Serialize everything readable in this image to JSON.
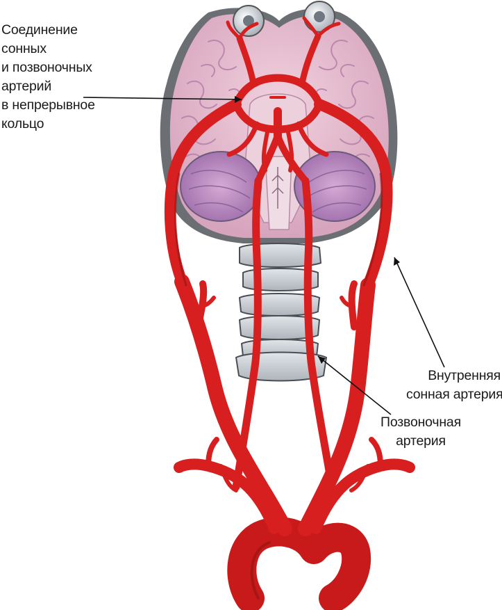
{
  "labels": {
    "circle": {
      "lines": [
        "Соединение",
        "сонных",
        "и позвоночных",
        "артерий",
        "в непрерывное",
        "кольцо"
      ]
    },
    "internal_carotid": {
      "lines": [
        "Внутренняя",
        "сонная артерия"
      ]
    },
    "vertebral": {
      "lines": [
        "Позвоночная",
        "артерия"
      ]
    }
  },
  "colors": {
    "artery": "#d81f1f",
    "artery_dark": "#8e1212",
    "brain": "#e3b8c8",
    "brain_gyri": "#b67fa9",
    "skull_outline": "#5b5e63",
    "vertebra": "#c9ced4",
    "pointer_line": "#111111"
  }
}
